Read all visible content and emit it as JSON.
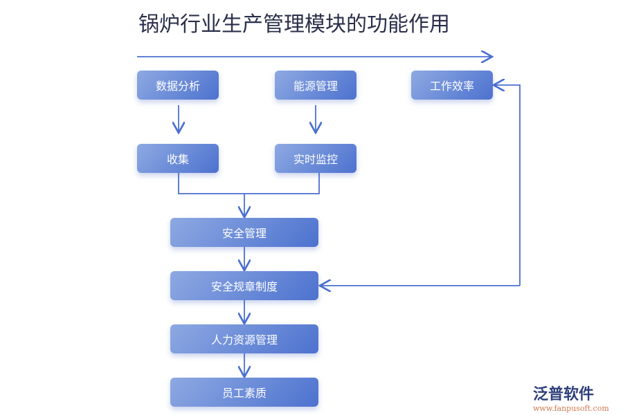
{
  "title": "锅炉行业生产管理模块的功能作用",
  "nodes": {
    "data_analysis": "数据分析",
    "energy": "能源管理",
    "efficiency": "工作效率",
    "collect": "收集",
    "monitor": "实时监控",
    "safety": "安全管理",
    "rules": "安全规章制度",
    "hr": "人力资源管理",
    "staff": "员工素质"
  },
  "colors": {
    "box_start": "#8ea9e2",
    "box_end": "#4d72cf",
    "line": "#4a6fd0"
  },
  "logo": {
    "name": "泛普软件",
    "url": "www.fanpusoft.com"
  }
}
